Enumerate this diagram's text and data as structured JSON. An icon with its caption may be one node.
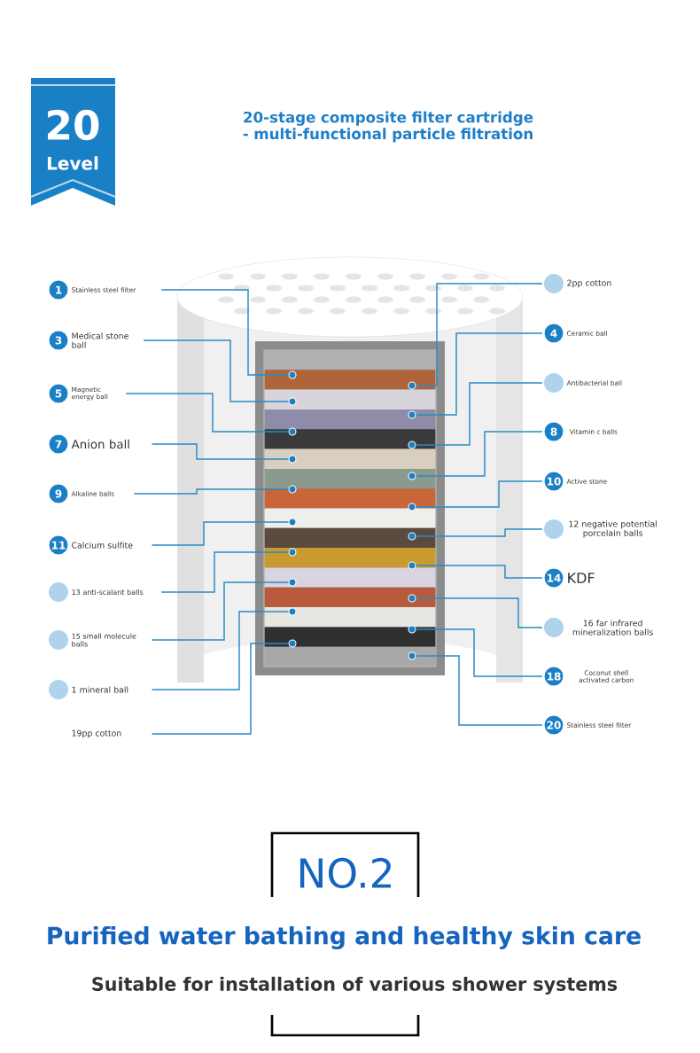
{
  "diagram": {
    "title": "20-stage composite filter cartridge - multi-functional particle filtration",
    "nodes": [
      {
        "text": [
          "20",
          "Level"
        ]
      },
      {
        "text": [
          "1",
          "Stainless steel filter"
        ]
      },
      {
        "text": [
          "2pp cotton"
        ]
      },
      {
        "text": [
          "3",
          "Medical stone ball"
        ]
      },
      {
        "text": [
          "4",
          "Ceramic ball"
        ]
      },
      {
        "text": [
          "5",
          "Magnetic energy ball"
        ]
      },
      {
        "text": [
          "Antibacterial ball"
        ]
      },
      {
        "text": [
          "7",
          "Anion ball"
        ]
      },
      {
        "text": [
          "8",
          "Vitamin c balls"
        ]
      },
      {
        "text": [
          "9",
          "Alkaline balls"
        ]
      },
      {
        "text": [
          "10",
          "Active stone"
        ]
      },
      {
        "text": [
          "11",
          "Calcium sulfite"
        ]
      },
      {
        "text": [
          "12 negative potential porcelain balls"
        ]
      },
      {
        "text": [
          "13 anti-scalant balls"
        ]
      },
      {
        "text": [
          "14",
          "KDF"
        ]
      },
      {
        "text": [
          "15 small molecule balls"
        ]
      },
      {
        "text": [
          "16 far infrared mineralization balls"
        ]
      },
      {
        "text": [
          "1 mineral ball"
        ]
      },
      {
        "text": [
          "18",
          "Coconut shell activated carbon"
        ]
      },
      {
        "text": [
          "19pp cotton"
        ]
      },
      {
        "text": [
          "20",
          "Stainless steel filter"
        ]
      },
      {
        "text": [],
        "shape": "circle"
      },
      {
        "text": [],
        "shape": "circle"
      },
      {
        "text": [],
        "shape": "circle"
      },
      {
        "text": [],
        "shape": "circle"
      },
      {
        "text": [],
        "shape": "circle"
      },
      {
        "text": [],
        "shape": "circle"
      },
      {
        "text": [],
        "shape": "circle"
      },
      {
        "text": [],
        "shape": "circle"
      },
      {
        "text": [],
        "shape": "circle"
      },
      {
        "text": [],
        "shape": "circle"
      },
      {
        "text": [],
        "shape": "circle"
      },
      {
        "text": [],
        "shape": "circle"
      },
      {
        "text": [],
        "shape": "circle"
      },
      {
        "text": [],
        "shape": "circle"
      },
      {
        "text": [],
        "shape": "circle"
      },
      {
        "text": [],
        "shape": "circle"
      },
      {
        "text": [],
        "shape": "circle"
      },
      {
        "text": [],
        "shape": "circle"
      },
      {
        "text": [],
        "shape": "circle"
      },
      {
        "text": [],
        "shape": "circle"
      }
    ],
    "edges": [
      {
        "from": 1,
        "to": 21,
        "arrow": "none"
      },
      {
        "from": 2,
        "to": 31,
        "arrow": "none"
      },
      {
        "from": 3,
        "to": 22,
        "arrow": "none"
      },
      {
        "from": 4,
        "to": 32,
        "arrow": "none"
      },
      {
        "from": 5,
        "to": 23,
        "arrow": "none"
      },
      {
        "from": 6,
        "to": 33,
        "arrow": "none"
      },
      {
        "from": 7,
        "to": 24,
        "arrow": "none"
      },
      {
        "from": 8,
        "to": 34,
        "arrow": "none"
      },
      {
        "from": 9,
        "to": 25,
        "arrow": "none"
      },
      {
        "from": 10,
        "to": 35,
        "arrow": "none"
      },
      {
        "from": 11,
        "to": 26,
        "arrow": "none"
      },
      {
        "from": 12,
        "to": 36,
        "arrow": "none"
      },
      {
        "from": 13,
        "to": 27,
        "arrow": "none"
      },
      {
        "from": 14,
        "to": 37,
        "arrow": "none"
      },
      {
        "from": 15,
        "to": 28,
        "arrow": "none"
      },
      {
        "from": 16,
        "to": 38,
        "arrow": "none"
      },
      {
        "from": 17,
        "to": 29,
        "arrow": "none"
      },
      {
        "from": 18,
        "to": 39,
        "arrow": "none"
      },
      {
        "from": 19,
        "to": 30,
        "arrow": "none"
      },
      {
        "from": 20,
        "to": 40,
        "arrow": "none"
      }
    ],
    "labels": [
      "NO.2",
      "Purified water bathing and healthy skin care",
      "Suitable for installation of various shower systems"
    ]
  }
}
